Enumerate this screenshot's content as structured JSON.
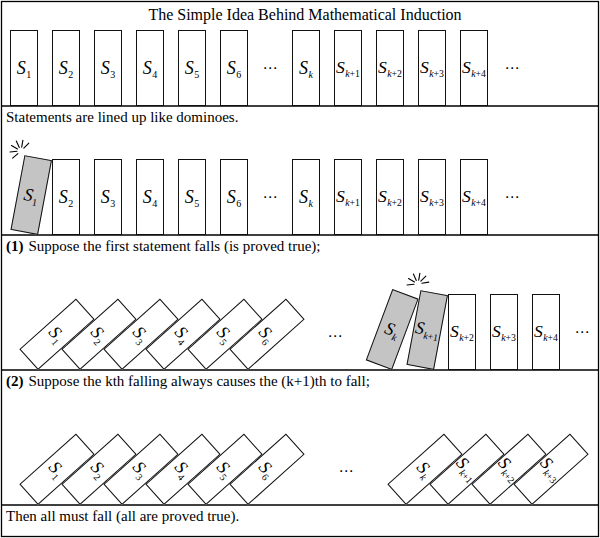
{
  "diagram": {
    "title": "The Simple Idea Behind Mathematical Induction",
    "nodes": [
      {
        "text": [
          "S1"
        ]
      },
      {
        "text": [
          "S2"
        ]
      },
      {
        "text": [
          "S3"
        ]
      },
      {
        "text": [
          "S4"
        ]
      },
      {
        "text": [
          "S5"
        ]
      },
      {
        "text": [
          "S6"
        ]
      },
      {
        "text": [
          "Sk"
        ]
      },
      {
        "text": [
          "Sk+1"
        ]
      },
      {
        "text": [
          "Sk+2"
        ]
      },
      {
        "text": [
          "Sk+3"
        ]
      },
      {
        "text": [
          "Sk+4"
        ]
      },
      {
        "text": [
          "S1"
        ]
      },
      {
        "text": [
          "S2"
        ]
      },
      {
        "text": [
          "S3"
        ]
      },
      {
        "text": [
          "S4"
        ]
      },
      {
        "text": [
          "S5"
        ]
      },
      {
        "text": [
          "S6"
        ]
      },
      {
        "text": [
          "Sk"
        ]
      },
      {
        "text": [
          "Sk+1"
        ]
      },
      {
        "text": [
          "Sk+2"
        ]
      },
      {
        "text": [
          "Sk+3"
        ]
      },
      {
        "text": [
          "Sk+4"
        ]
      },
      {
        "text": [
          "S1"
        ]
      },
      {
        "text": [
          "S2"
        ]
      },
      {
        "text": [
          "S3"
        ]
      },
      {
        "text": [
          "S4"
        ]
      },
      {
        "text": [
          "S5"
        ]
      },
      {
        "text": [
          "S6"
        ]
      },
      {
        "text": [
          "Sk"
        ]
      },
      {
        "text": [
          "Sk+1"
        ]
      },
      {
        "text": [
          "Sk+2"
        ]
      },
      {
        "text": [
          "Sk+3"
        ]
      },
      {
        "text": [
          "Sk+4"
        ]
      },
      {
        "text": [
          "S1"
        ]
      },
      {
        "text": [
          "S2"
        ]
      },
      {
        "text": [
          "S3"
        ]
      },
      {
        "text": [
          "S4"
        ]
      },
      {
        "text": [
          "S5"
        ]
      },
      {
        "text": [
          "S6"
        ]
      },
      {
        "text": [
          "Sk"
        ]
      },
      {
        "text": [
          "Sk+1"
        ]
      },
      {
        "text": [
          "Sk+2"
        ]
      },
      {
        "text": [
          "Sk+3"
        ]
      }
    ],
    "labels": [
      "⋯",
      "⋯",
      "Statements are lined up like dominoes.",
      "⋯",
      "⋯",
      "(1)",
      "Suppose the first statement falls (is proved true);",
      "⋯",
      "⋯",
      "(2)",
      "Suppose the kth falling always causes the (k+1)th to fall;",
      "⋯",
      "Then all must fall (all are proved true)."
    ]
  }
}
